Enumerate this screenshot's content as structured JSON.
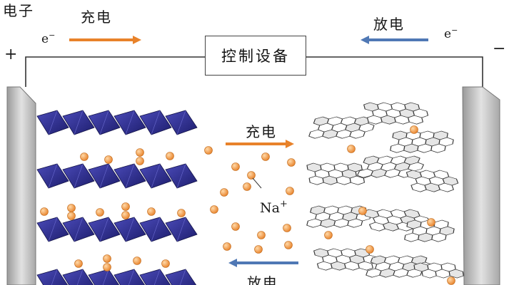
{
  "labels": {
    "electron": "电子",
    "charge": "充电",
    "discharge": "放电",
    "device": "控制设备",
    "electron_symbol": "e",
    "electron_charge": "−",
    "positive_sign": "+",
    "negative_sign": "−",
    "ion": "Na",
    "ion_charge": "+"
  },
  "colors": {
    "charge_arrow": "#e8822a",
    "discharge_arrow": "#4f78b5",
    "cathode_layer": "#2e2e8c",
    "sodium_ion": "#f0a050",
    "graphite": "#ffffff",
    "electrode_plate": "#c8c8c8"
  }
}
